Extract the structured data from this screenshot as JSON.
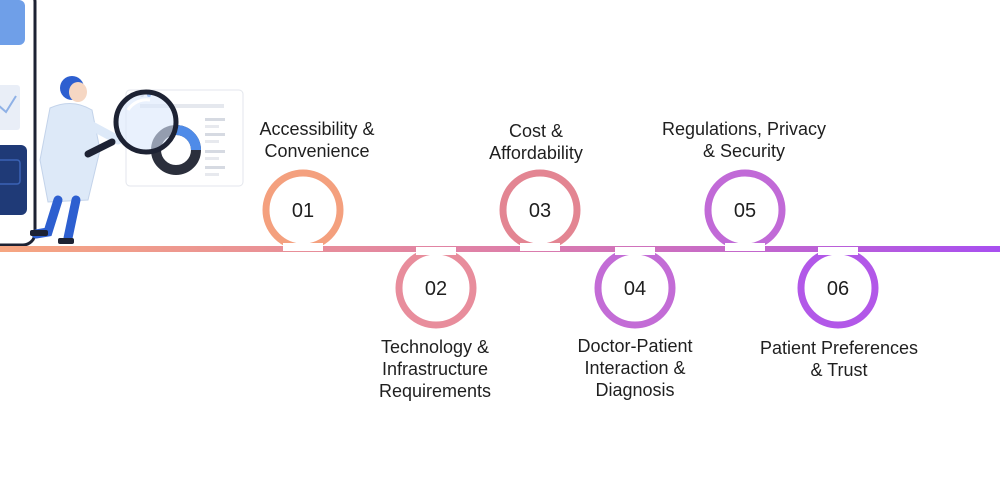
{
  "steps": [
    {
      "number": "01",
      "label": "Accessibility &\nConvenience",
      "position": "above",
      "color": "#f4a07e"
    },
    {
      "number": "02",
      "label": "Technology &\nInfrastructure\nRequirements",
      "position": "below",
      "color": "#e88d9c"
    },
    {
      "number": "03",
      "label": "Cost &\nAffordability",
      "position": "above",
      "color": "#e38592"
    },
    {
      "number": "04",
      "label": "Doctor-Patient\nInteraction &\nDiagnosis",
      "position": "below",
      "color": "#c36cd6"
    },
    {
      "number": "05",
      "label": "Regulations, Privacy\n& Security",
      "position": "above",
      "color": "#c16ad7"
    },
    {
      "number": "06",
      "label": "Patient Preferences\n& Trust",
      "position": "below",
      "color": "#b258e8"
    }
  ],
  "colors": {
    "gradient_start": "#f6a681",
    "gradient_end": "#a84ff0",
    "text": "#1f1f1f"
  },
  "illustration": {
    "subject": "doctor-with-magnifier-icon"
  }
}
